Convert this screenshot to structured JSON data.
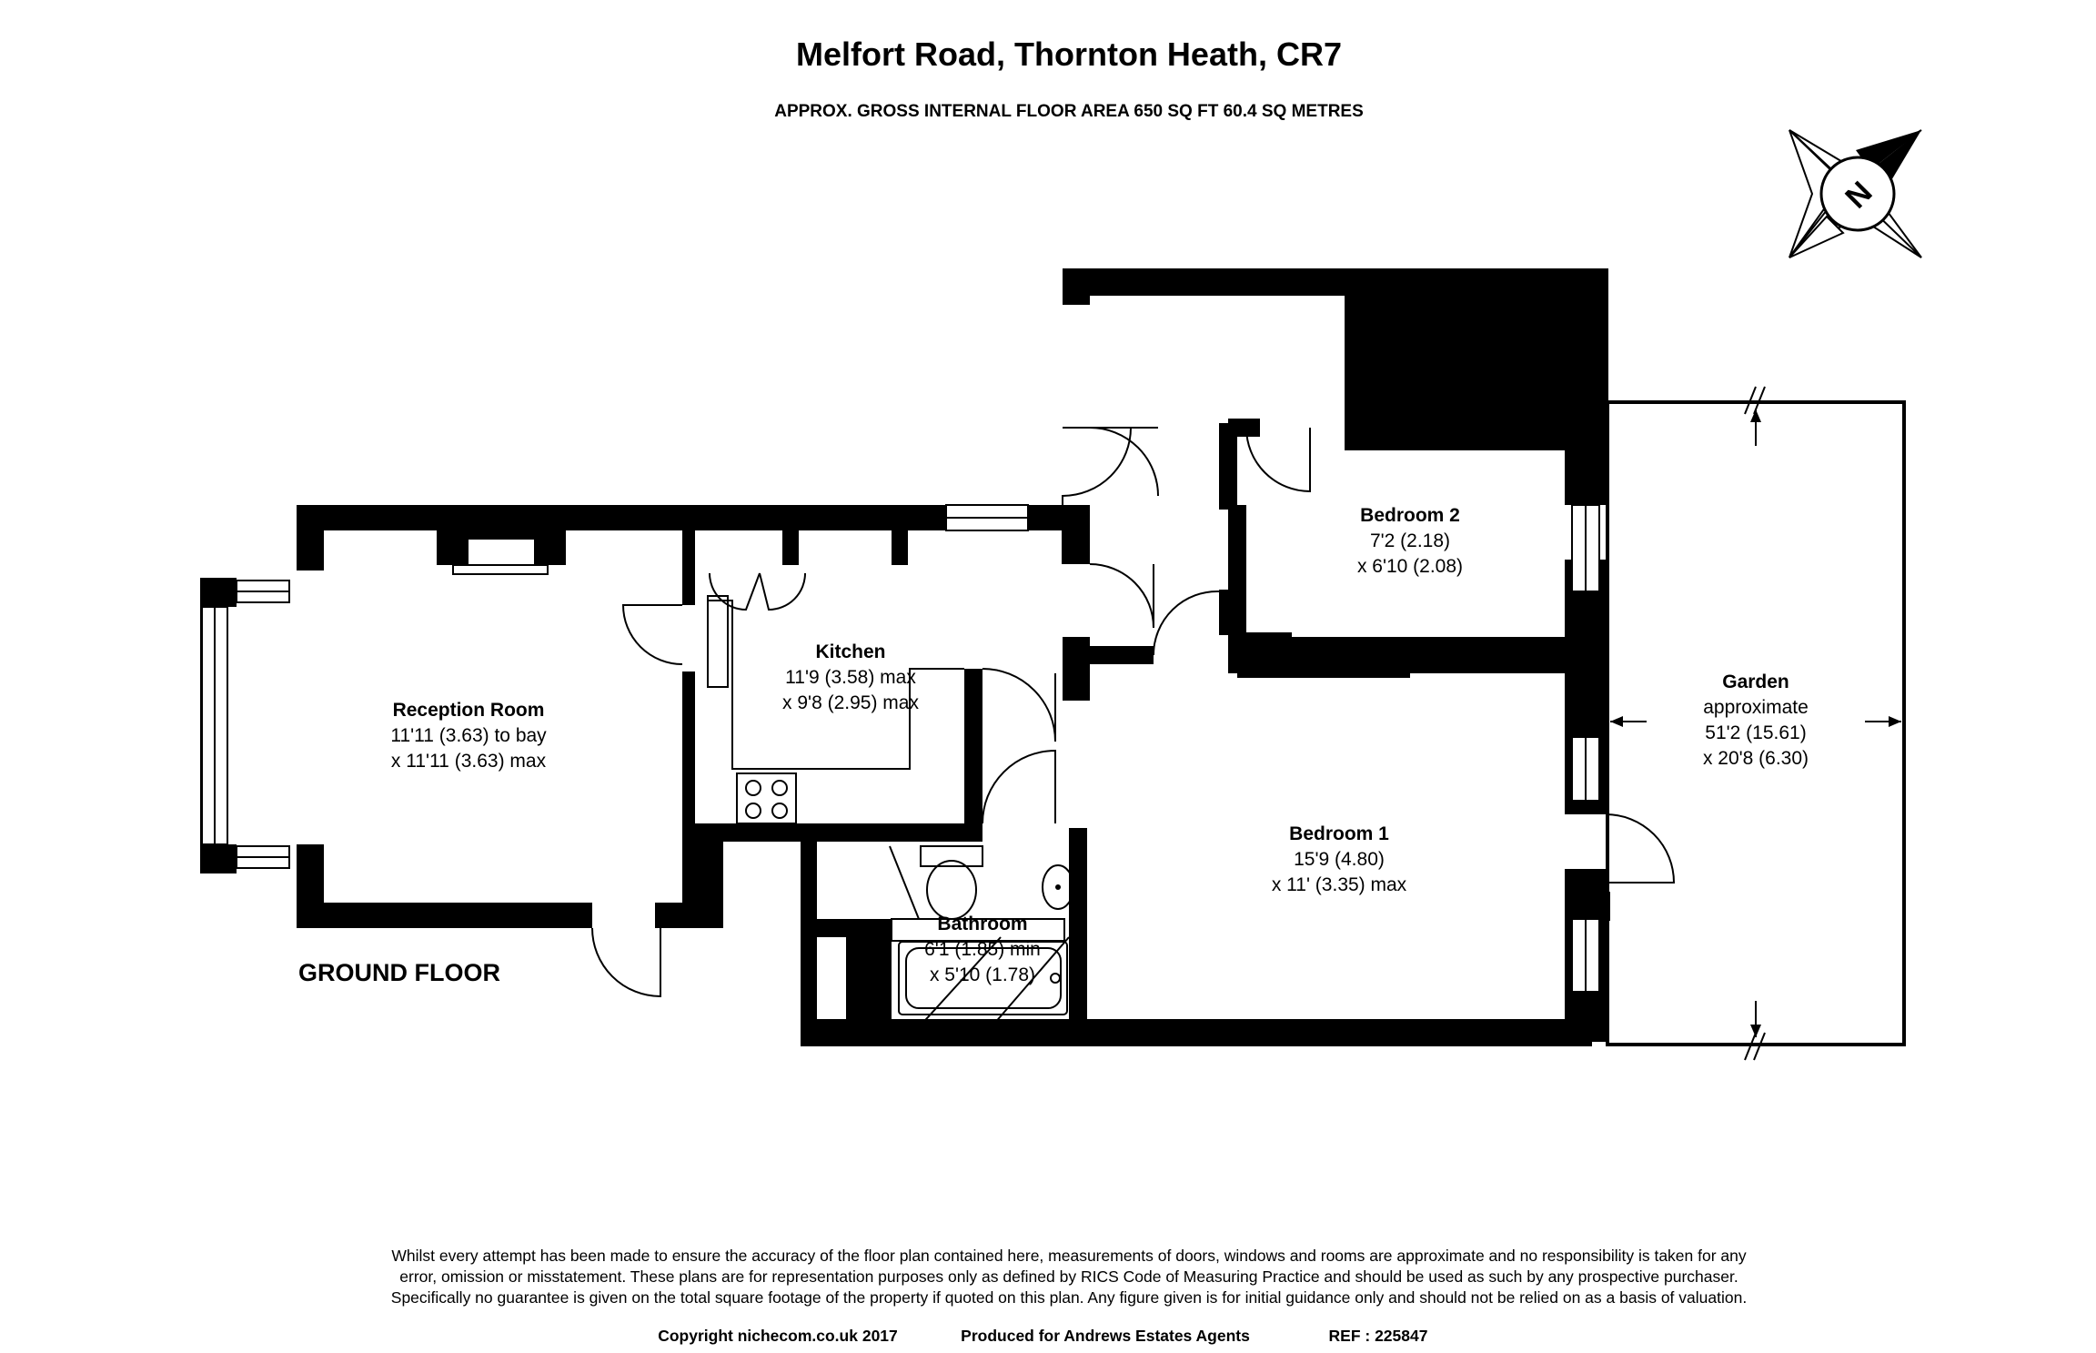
{
  "header": {
    "title": "Melfort Road, Thornton Heath, CR7",
    "subtitle": "APPROX. GROSS INTERNAL FLOOR AREA 650 SQ FT 60.4 SQ METRES"
  },
  "compass": {
    "label": "N"
  },
  "floor_label": "GROUND FLOOR",
  "rooms": {
    "reception": {
      "name": "Reception Room",
      "dim1": "11'11 (3.63) to bay",
      "dim2": "x 11'11 (3.63) max"
    },
    "kitchen": {
      "name": "Kitchen",
      "dim1": "11'9 (3.58) max",
      "dim2": "x 9'8 (2.95) max"
    },
    "bedroom2": {
      "name": "Bedroom 2",
      "dim1": "7'2 (2.18)",
      "dim2": "x 6'10 (2.08)"
    },
    "bedroom1": {
      "name": "Bedroom 1",
      "dim1": "15'9 (4.80)",
      "dim2": "x 11' (3.35) max"
    },
    "bathroom": {
      "name": "Bathroom",
      "dim1": "6'1 (1.85) min",
      "dim2": "x 5'10 (1.78)"
    },
    "garden": {
      "name": "Garden",
      "dim1": "approximate",
      "dim2": "51'2 (15.61)",
      "dim3": "x 20'8 (6.30)"
    }
  },
  "disclaimer": {
    "line1": "Whilst every attempt has been made to ensure the accuracy of the floor plan contained here, measurements of doors, windows and rooms are approximate and no responsibility is taken for any",
    "line2": "error, omission or misstatement. These plans are for representation purposes only as defined by RICS Code of Measuring Practice and should be used as such by any prospective purchaser.",
    "line3": "Specifically no guarantee is given on the total square footage of the property if quoted on this plan. Any figure given is for initial guidance only and should not be relied on as a basis of valuation."
  },
  "credits": {
    "copyright": "Copyright nichecom.co.uk 2017",
    "produced": "Produced for Andrews Estates Agents",
    "ref": "REF : 225847"
  }
}
